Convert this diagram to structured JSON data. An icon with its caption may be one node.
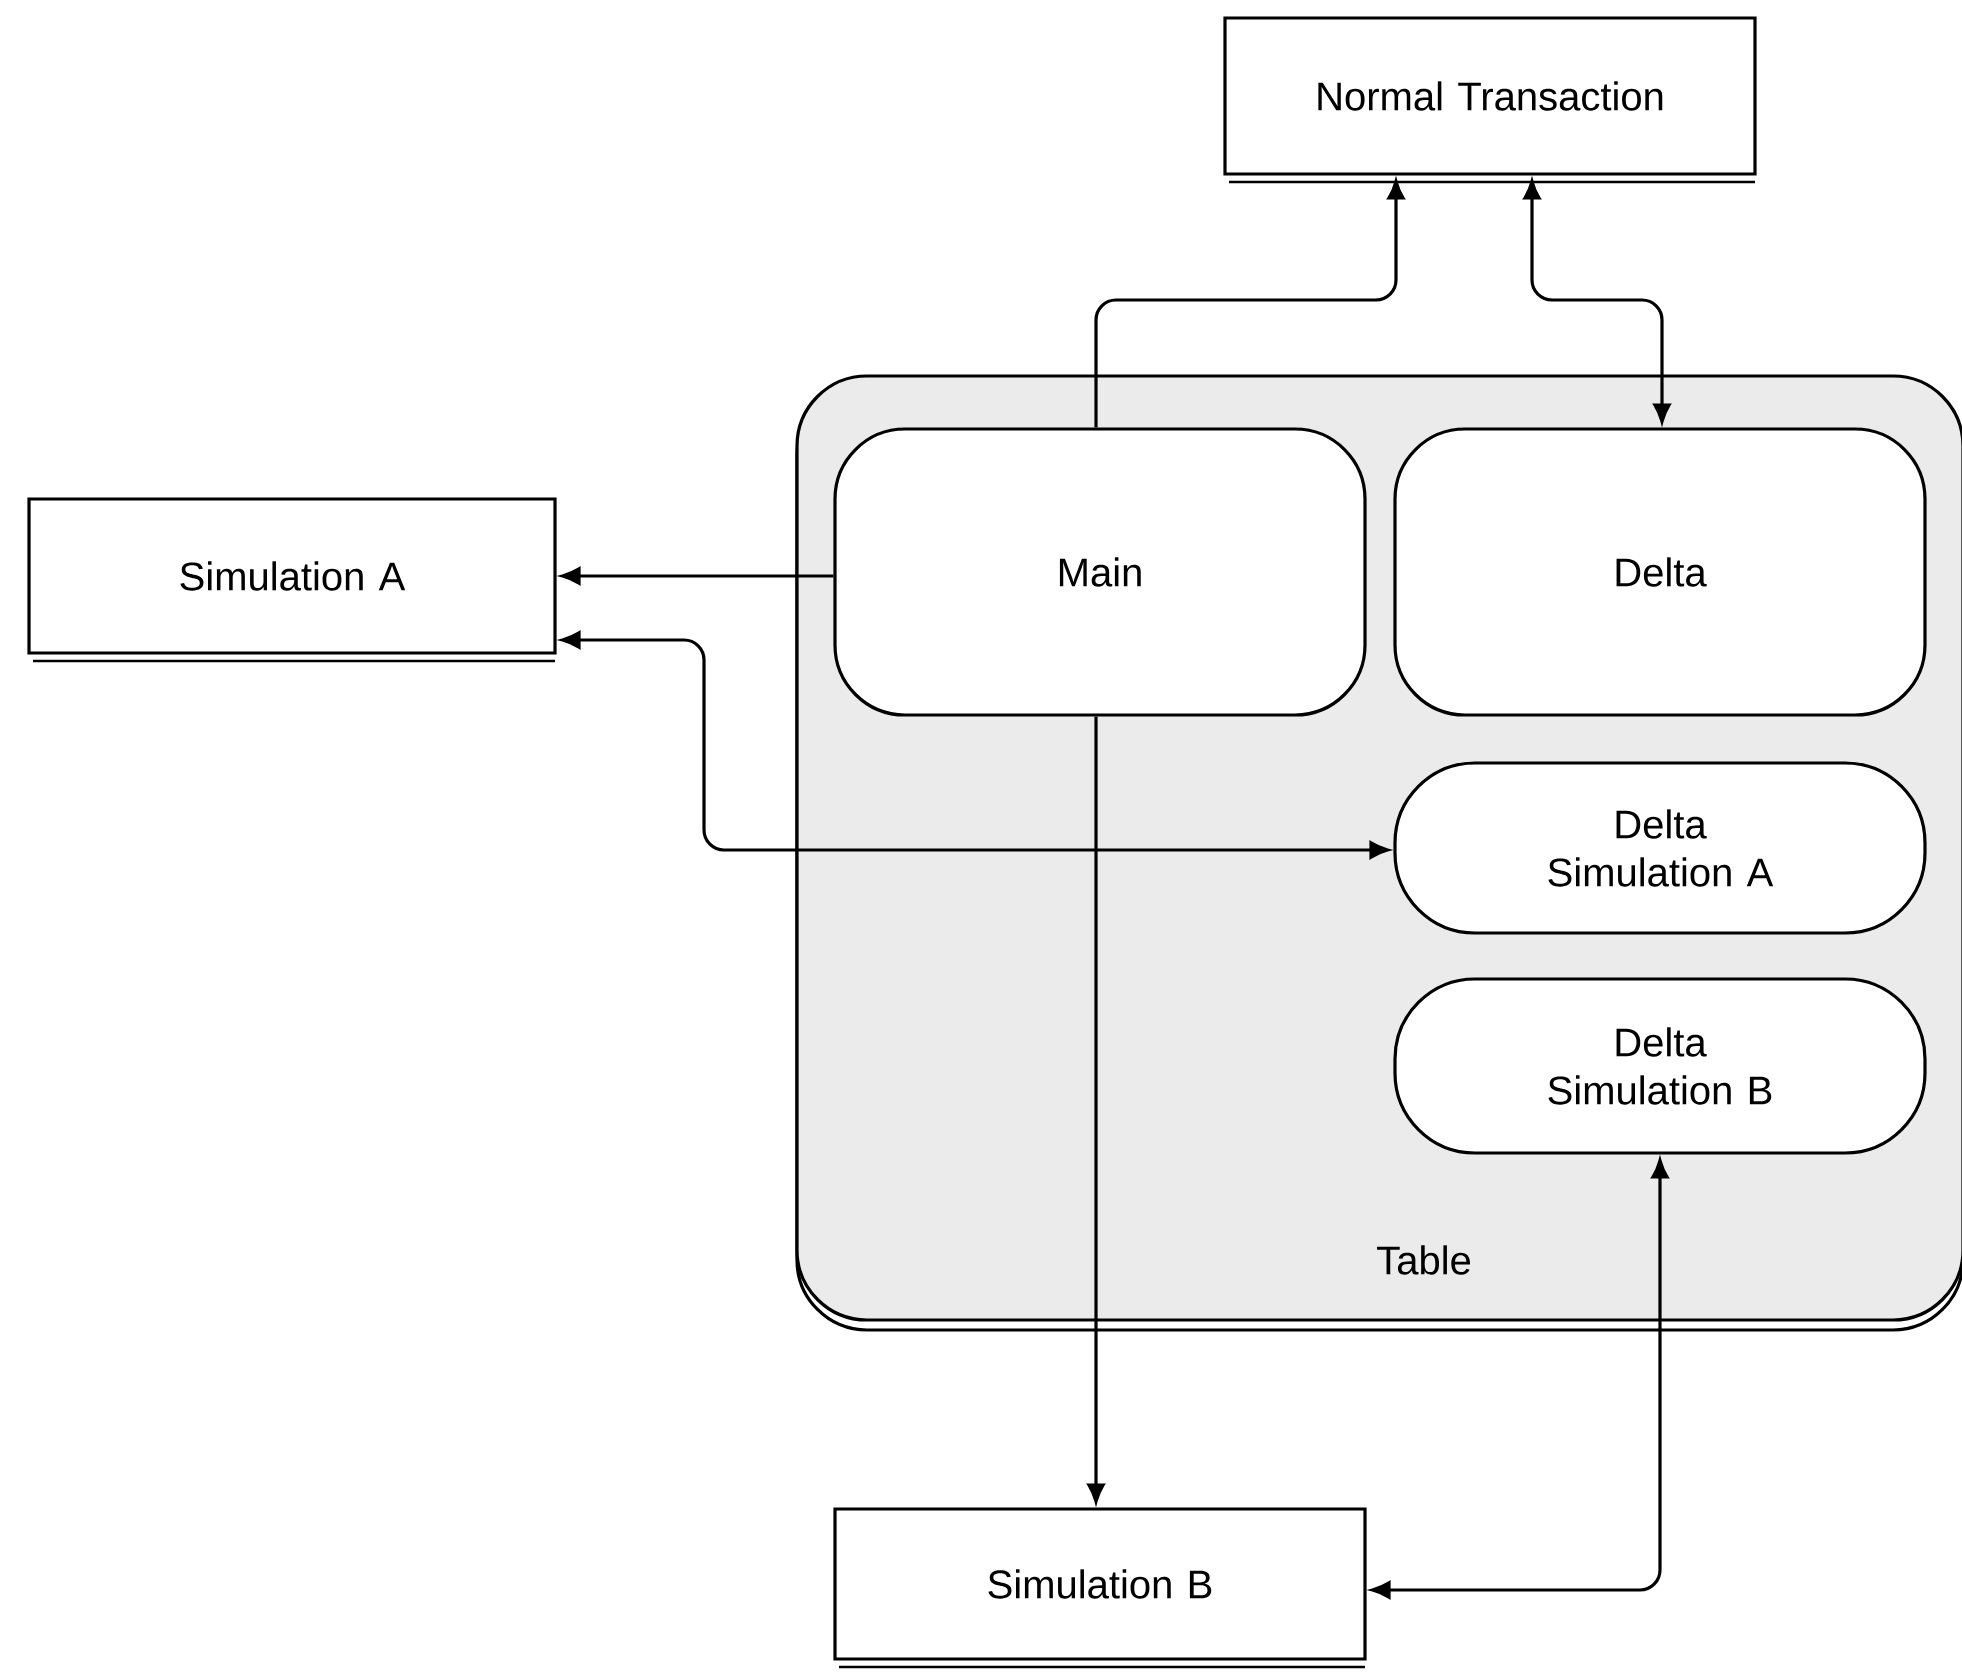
{
  "diagram": {
    "nodes": [
      {
        "text": [
          "Normal Transaction"
        ]
      },
      {
        "text": [
          "Table"
        ]
      },
      {
        "text": [
          "Main"
        ],
        "in": 1
      },
      {
        "text": [
          "Delta"
        ],
        "in": 1
      },
      {
        "text": [
          "Delta Simulation A"
        ],
        "in": 1
      },
      {
        "text": [
          "Delta Simulation B"
        ],
        "in": 1
      },
      {
        "text": [
          "Simulation A"
        ]
      },
      {
        "text": [
          "Simulation B"
        ]
      }
    ],
    "edges": [
      {
        "from": 2,
        "to": 0,
        "arrow": "to"
      },
      {
        "from": 0,
        "to": 3,
        "arrow": "both"
      },
      {
        "from": 2,
        "to": 6,
        "arrow": "to"
      },
      {
        "from": 6,
        "to": 4,
        "arrow": "both"
      },
      {
        "from": 2,
        "to": 7,
        "arrow": "to"
      },
      {
        "from": 7,
        "to": 5,
        "arrow": "both"
      }
    ]
  }
}
